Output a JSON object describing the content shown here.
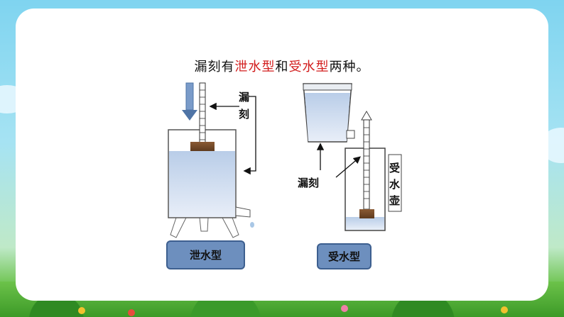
{
  "title": {
    "part1": "漏刻有",
    "part2": "泄水型",
    "part3": "和",
    "part4": "受水型",
    "part5": "两种。"
  },
  "left": {
    "label_lou": "漏",
    "label_ke": "刻",
    "button": "泄水型"
  },
  "right": {
    "label_loukr": "漏刻",
    "vlabel1": "受",
    "vlabel2": "水",
    "vlabel3": "壶",
    "button": "受水型"
  },
  "colors": {
    "accent_red": "#d21d1d",
    "button_blue": "#6d8fbe",
    "water": "#b8cde6"
  }
}
